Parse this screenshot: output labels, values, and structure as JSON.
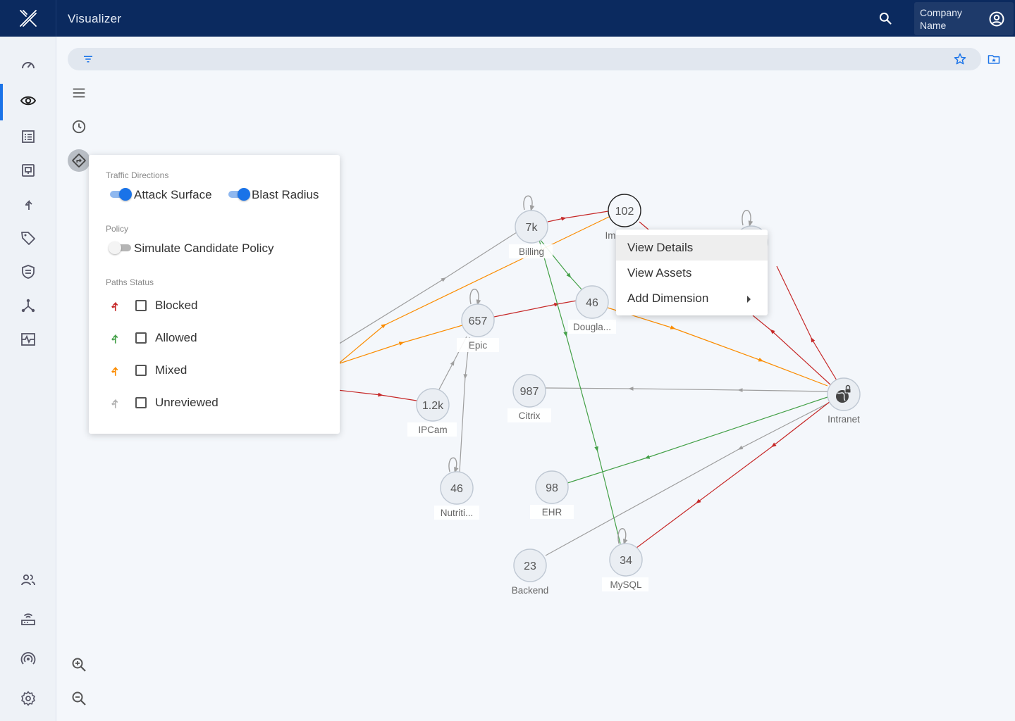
{
  "header": {
    "app_title": "Visualizer",
    "company_name": "Company Name",
    "colors": {
      "bar": "#0b2a5f",
      "accent": "#1a73e8"
    }
  },
  "sidenav": {
    "items": [
      {
        "icon": "dashboard-icon"
      },
      {
        "icon": "eye-icon",
        "active": true
      },
      {
        "icon": "list-icon"
      },
      {
        "icon": "workload-icon"
      },
      {
        "icon": "rules-arrow-icon"
      },
      {
        "icon": "tag-icon"
      },
      {
        "icon": "shield-icon"
      },
      {
        "icon": "topology-icon"
      },
      {
        "icon": "activity-icon"
      },
      {
        "icon": "users-icon"
      },
      {
        "icon": "router-icon"
      },
      {
        "icon": "sensor-icon"
      },
      {
        "icon": "gear-icon"
      }
    ]
  },
  "panel": {
    "traffic_title": "Traffic Directions",
    "attack_surface": "Attack Surface",
    "attack_surface_on": true,
    "blast_radius": "Blast Radius",
    "blast_radius_on": true,
    "policy_title": "Policy",
    "simulate": "Simulate Candidate Policy",
    "simulate_on": false,
    "paths_title": "Paths Status",
    "statuses": [
      {
        "label": "Blocked",
        "color": "#c62828"
      },
      {
        "label": "Allowed",
        "color": "#43a047"
      },
      {
        "label": "Mixed",
        "color": "#fb8c00"
      },
      {
        "label": "Unreviewed",
        "color": "#b0b0b0"
      }
    ]
  },
  "context_menu": {
    "items": [
      {
        "label": "View Details"
      },
      {
        "label": "View Assets"
      },
      {
        "label": "Add Dimension"
      }
    ]
  },
  "graph": {
    "edge_colors": {
      "blocked": "#c62828",
      "allowed": "#43a047",
      "mixed": "#fb8c00",
      "unreviewed": "#9e9e9e"
    },
    "nodes": [
      {
        "id": "billing",
        "value": "7k",
        "label": "Billing"
      },
      {
        "id": "im",
        "value": "102",
        "label": "Im"
      },
      {
        "id": "epic",
        "value": "657",
        "label": "Epic"
      },
      {
        "id": "douglas",
        "value": "46",
        "label": "Dougla..."
      },
      {
        "id": "ipcam",
        "value": "1.2k",
        "label": "IPCam"
      },
      {
        "id": "citrix",
        "value": "987",
        "label": "Citrix"
      },
      {
        "id": "nutrition",
        "value": "46",
        "label": "Nutriti..."
      },
      {
        "id": "ehr",
        "value": "98",
        "label": "EHR"
      },
      {
        "id": "backend",
        "value": "23",
        "label": "Backend"
      },
      {
        "id": "mysql",
        "value": "34",
        "label": "MySQL"
      },
      {
        "id": "intranet",
        "value": "",
        "label": "Intranet"
      }
    ]
  }
}
